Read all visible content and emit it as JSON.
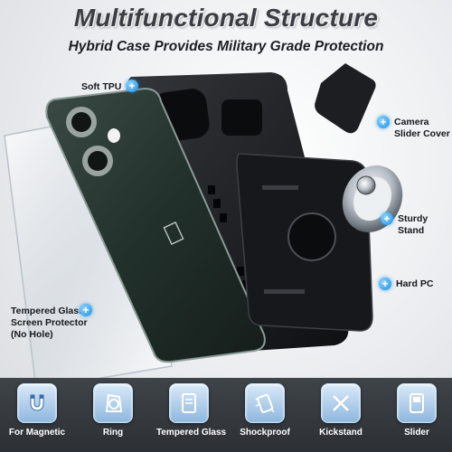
{
  "header": {
    "title": "Multifunctional Structure",
    "subtitle": "Hybrid Case Provides Military Grade Protection"
  },
  "callouts": {
    "soft_tpu": "Soft TPU",
    "camera_cover": "Camera Slider Cover",
    "sturdy_stand": "Sturdy Stand",
    "hard_pc": "Hard PC",
    "tempered_glass_1": "Tempered Glass",
    "tempered_glass_2": "Screen Protector",
    "tempered_glass_3": "(No Hole)"
  },
  "features": [
    {
      "label": "For Magnetic",
      "icon": "magnet-icon"
    },
    {
      "label": "Ring",
      "icon": "ring-icon"
    },
    {
      "label": "Tempered Glass",
      "icon": "glass-icon"
    },
    {
      "label": "Shockproof",
      "icon": "shockproof-icon"
    },
    {
      "label": "Kickstand",
      "icon": "kickstand-icon"
    },
    {
      "label": "Slider",
      "icon": "slider-icon"
    }
  ],
  "colors": {
    "accent": "#1a8fe0",
    "phone": "#26332e",
    "case": "#1a1c1f",
    "banner": "#33383d"
  }
}
